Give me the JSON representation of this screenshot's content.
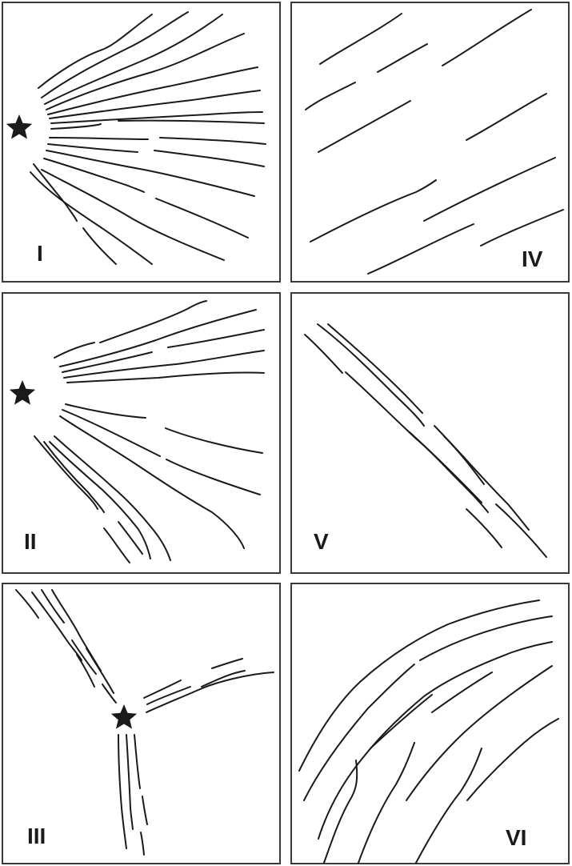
{
  "panels": [
    {
      "id": "I",
      "label": "I",
      "pattern": "radial-fan",
      "has_star": true
    },
    {
      "id": "IV",
      "label": "IV",
      "pattern": "parallel-oblique",
      "has_star": false
    },
    {
      "id": "II",
      "label": "II",
      "pattern": "radial-fan-with-dense-band",
      "has_star": true
    },
    {
      "id": "V",
      "label": "V",
      "pattern": "narrow-parallel-band",
      "has_star": false
    },
    {
      "id": "III",
      "label": "III",
      "pattern": "triple-junction",
      "has_star": true
    },
    {
      "id": "VI",
      "label": "VI",
      "pattern": "curved-concentric",
      "has_star": false
    }
  ],
  "colors": {
    "line": "#1a1a1a",
    "frame": "#3a3a3a",
    "background": "#ffffff"
  },
  "icons": {
    "source_marker": "star-icon"
  }
}
